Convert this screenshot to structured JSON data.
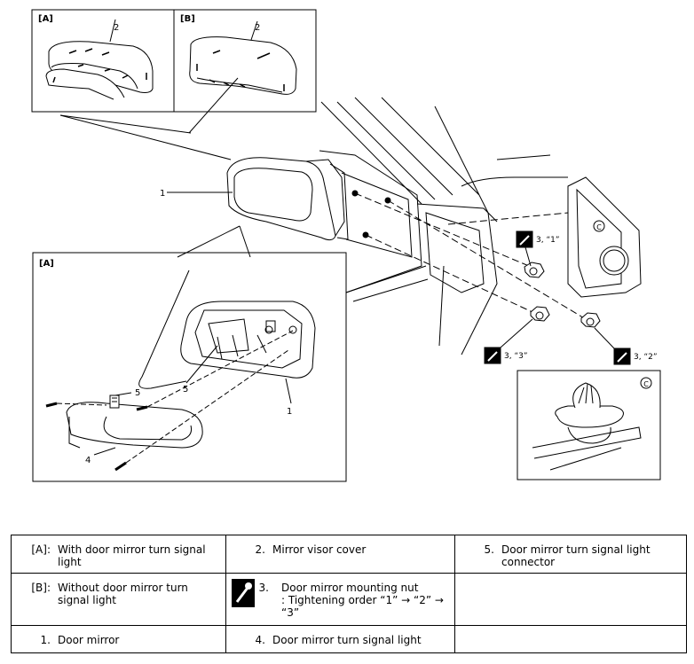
{
  "figure": {
    "inset_a_top_label": "[A]",
    "inset_b_label": "[B]",
    "detail_a_label": "[A]",
    "callout_1_top": "1",
    "callout_2_a": "2",
    "callout_2_b": "2",
    "callout_1_detail": "1",
    "callout_4": "4",
    "callout_5_a": "5",
    "callout_5_b": "5",
    "torque_1": "3, “1”",
    "torque_2": "3, “2”",
    "torque_3": "3, “3”",
    "detail_c_marker": "C"
  },
  "legend": {
    "rows": [
      [
        {
          "code": "[A]:",
          "text": "With door mirror turn signal light"
        },
        {
          "code": "2.",
          "text": "Mirror visor cover"
        },
        {
          "code": "5.",
          "text": "Door mirror turn signal light connector"
        }
      ],
      [
        {
          "code": "[B]:",
          "text": "Without door mirror turn signal light"
        },
        {
          "code": "3.",
          "text": "Door mirror mounting nut",
          "note": ": Tightening order “1” → “2” → “3”",
          "icon": "torque-wrench-icon"
        },
        {
          "code": "",
          "text": ""
        }
      ],
      [
        {
          "code": "1.",
          "text": "Door mirror"
        },
        {
          "code": "4.",
          "text": "Door mirror turn signal light"
        },
        {
          "code": "",
          "text": ""
        }
      ]
    ]
  }
}
